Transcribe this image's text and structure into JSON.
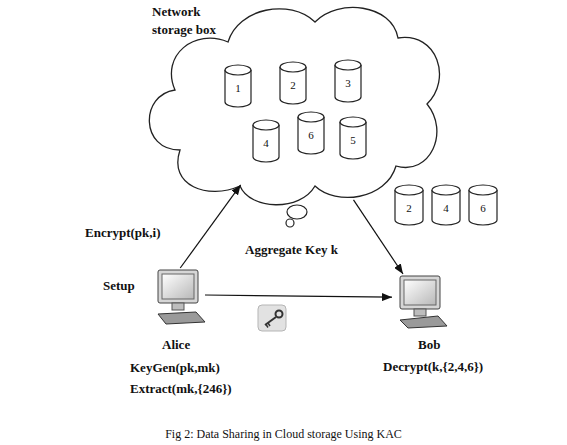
{
  "diagram": {
    "caption": "Fig 2: Data Sharing in Cloud storage Using KAC",
    "nodes": [
      {
        "text": [
          "Network storage box"
        ]
      },
      {
        "text": [
          "1"
        ],
        "in": 0
      },
      {
        "text": [
          "2"
        ],
        "in": 0
      },
      {
        "text": [
          "3"
        ],
        "in": 0
      },
      {
        "text": [
          "4"
        ],
        "in": 0
      },
      {
        "text": [
          "6"
        ],
        "in": 0
      },
      {
        "text": [
          "5"
        ],
        "in": 0
      },
      {
        "text": [
          "2"
        ]
      },
      {
        "text": [
          "4"
        ]
      },
      {
        "text": [
          "6"
        ]
      },
      {
        "text": [
          "Setup",
          "Alice",
          "KeyGen(pk,mk)",
          "Extract(mk,{246})"
        ]
      },
      {
        "text": [
          "Bob",
          "Decrypt(k,{2,4,6})"
        ]
      }
    ],
    "edges": [
      {
        "from": 10,
        "to": 0,
        "arrow": "to",
        "label": "Encrypt(pk,i)"
      },
      {
        "from": 0,
        "to": 11,
        "arrow": "to"
      },
      {
        "from": 10,
        "to": 11,
        "arrow": "to",
        "label": "Aggregate Key k"
      }
    ]
  }
}
